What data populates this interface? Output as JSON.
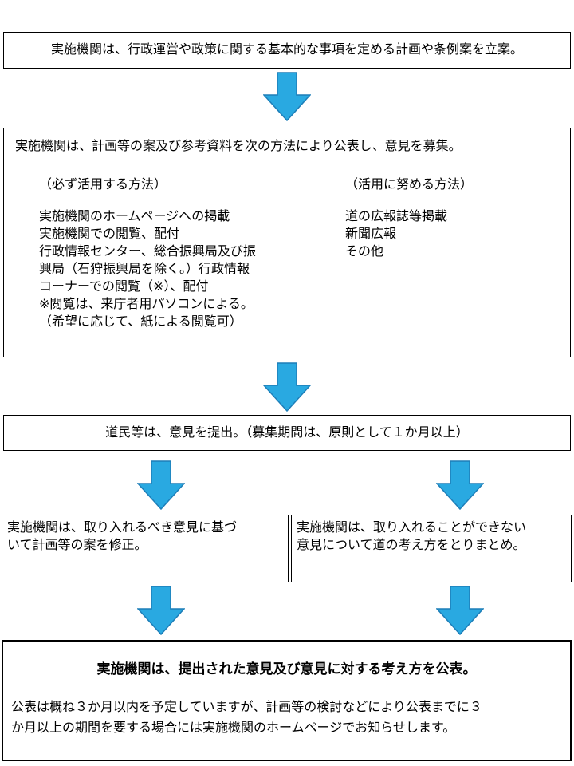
{
  "colors": {
    "arrow_fill": "#29a9e1",
    "arrow_stroke": "#1d7eb8",
    "box_border": "#000000",
    "background": "#ffffff"
  },
  "flow": {
    "step1": {
      "text": "実施機関は、行政運営や政策に関する基本的な事項を定める計画や条例案を立案。"
    },
    "step2": {
      "intro": "実施機関は、計画等の案及び参考資料を次の方法により公表し、意見を募集。",
      "left_heading": "（必ず活用する方法）",
      "right_heading": "（活用に努める方法）",
      "left_lines": [
        "実施機関のホームページへの掲載",
        "実施機関での閲覧、配付",
        "行政情報センター、総合振興局及び振",
        "興局（石狩振興局を除く。）行政情報",
        "コーナーでの閲覧（※）、配付",
        "※閲覧は、来庁者用パソコンによる。",
        "（希望に応じて、紙による閲覧可）"
      ],
      "right_lines": [
        "道の広報誌等掲載",
        "新聞広報",
        "その他"
      ]
    },
    "step3": {
      "text": "道民等は、意見を提出。（募集期間は、原則として１か月以上）"
    },
    "step4_left": {
      "lines": [
        "実施機関は、取り入れるべき意見に基づ",
        "いて計画等の案を修正。"
      ]
    },
    "step4_right": {
      "lines": [
        "実施機関は、取り入れることができない",
        "意見について道の考え方をとりまとめ。"
      ]
    },
    "step5": {
      "title": "実施機関は、提出された意見及び意見に対する考え方を公表。",
      "body_lines": [
        "公表は概ね３か月以内を予定していますが、計画等の検討などにより公表までに３",
        "か月以上の期間を要する場合には実施機関のホームページでお知らせします。"
      ]
    }
  }
}
